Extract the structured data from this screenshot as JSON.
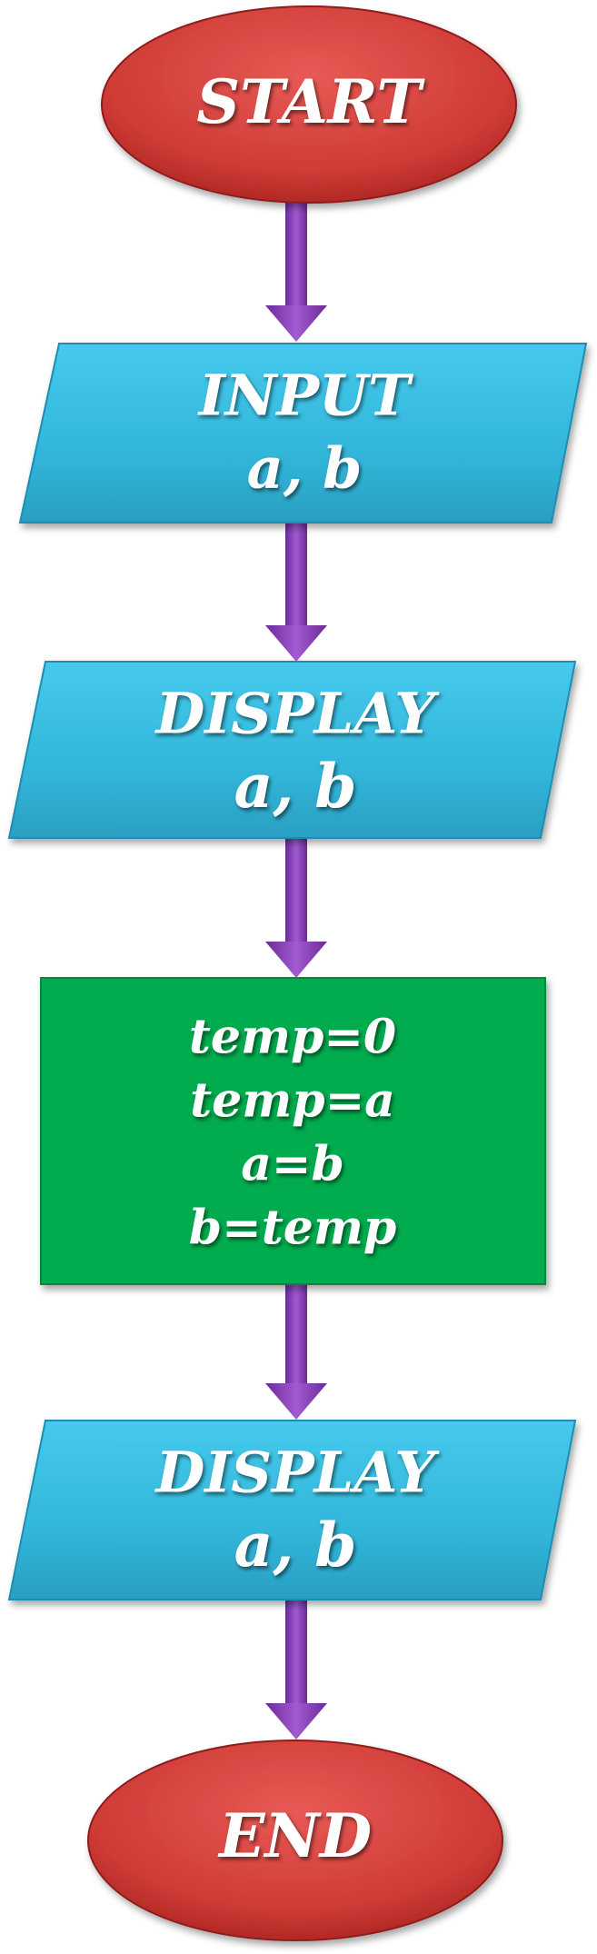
{
  "flowchart": {
    "start": "START",
    "input": {
      "line1": "INPUT",
      "line2": "a, b"
    },
    "display1": {
      "line1": "DISPLAY",
      "line2": "a, b"
    },
    "process": {
      "lines": [
        "temp=0",
        "temp=a",
        "a=b",
        "b=temp"
      ]
    },
    "display2": {
      "line1": "DISPLAY",
      "line2": "a, b"
    },
    "end": "END"
  },
  "colors": {
    "terminal": "#cf3b36",
    "io": "#34bde0",
    "process": "#00ac4d",
    "arrow": "#8a3fb8"
  }
}
